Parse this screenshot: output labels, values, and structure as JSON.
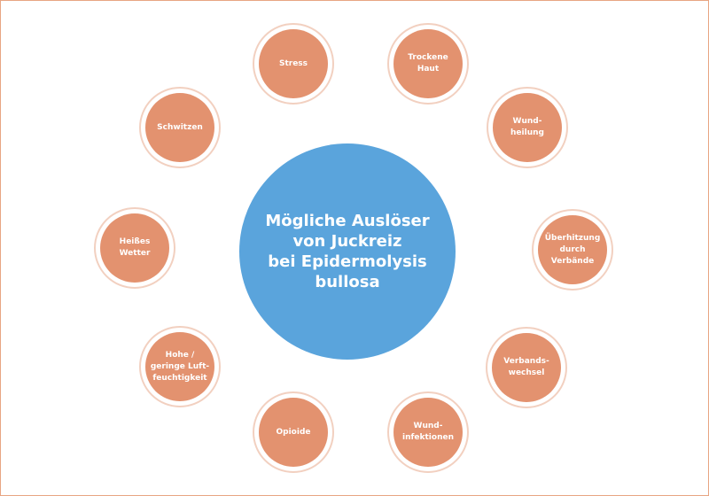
{
  "center": {
    "label": "Mögliche Auslöser\nvon Juckreiz\nbei Epidermolysis\nbullosa"
  },
  "nodes": [
    {
      "label": "Stress"
    },
    {
      "label": "Trockene\nHaut"
    },
    {
      "label": "Wund-\nheilung"
    },
    {
      "label": "Überhitzung\ndurch\nVerbände"
    },
    {
      "label": "Verbands-\nwechsel"
    },
    {
      "label": "Wund-\ninfektionen"
    },
    {
      "label": "Opioide"
    },
    {
      "label": "Hohe /\ngeringe Luft-\nfeuchtigkeit"
    },
    {
      "label": "Heißes\nWetter"
    },
    {
      "label": "Schwitzen"
    }
  ],
  "colors": {
    "center": "#5aa4dc",
    "node": "#e3926f",
    "node_ring": "#f2d0c0",
    "frame": "#e8a583"
  }
}
